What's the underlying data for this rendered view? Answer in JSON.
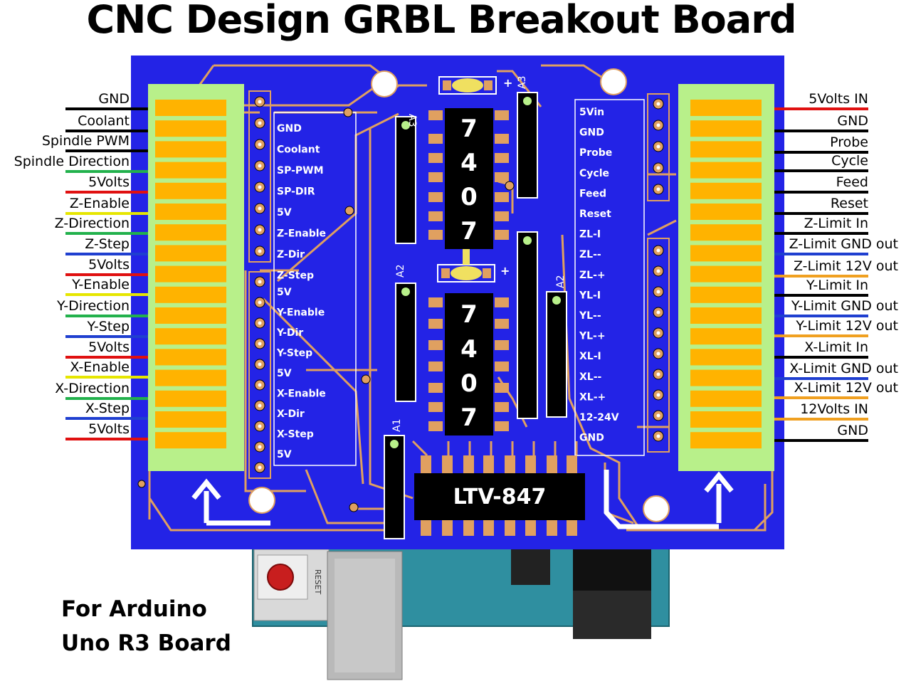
{
  "title": "CNC Design GRBL Breakout Board",
  "caption": {
    "line1": "For Arduino",
    "line2": "Uno R3 Board"
  },
  "colors": {
    "board": "#2323e6",
    "trace": "#e0a060",
    "terminal_block": "#b8f08a",
    "terminal_pin": "#ffb300",
    "chip": "#000000",
    "arduino": "#2f8fa0"
  },
  "left_terminals": [
    {
      "label": "GND",
      "wire_color": "#000000"
    },
    {
      "label": "Coolant",
      "wire_color": "#000000"
    },
    {
      "label": "Spindle PWM",
      "wire_color": "#000000"
    },
    {
      "label": "Spindle Direction",
      "wire_color": "#22b14c"
    },
    {
      "label": "5Volts",
      "wire_color": "#e01010"
    },
    {
      "label": "Z-Enable",
      "wire_color": "#e6e600"
    },
    {
      "label": "Z-Direction",
      "wire_color": "#22b14c"
    },
    {
      "label": "Z-Step",
      "wire_color": "#1f3fd0"
    },
    {
      "label": "5Volts",
      "wire_color": "#e01010"
    },
    {
      "label": "Y-Enable",
      "wire_color": "#e6e600"
    },
    {
      "label": "Y-Direction",
      "wire_color": "#22b14c"
    },
    {
      "label": "Y-Step",
      "wire_color": "#1f3fd0"
    },
    {
      "label": "5Volts",
      "wire_color": "#e01010"
    },
    {
      "label": "X-Enable",
      "wire_color": "#e6e600"
    },
    {
      "label": "X-Direction",
      "wire_color": "#22b14c"
    },
    {
      "label": "X-Step",
      "wire_color": "#1f3fd0"
    },
    {
      "label": "5Volts",
      "wire_color": "#e01010"
    }
  ],
  "right_terminals": [
    {
      "label": "5Volts IN",
      "wire_color": "#e01010"
    },
    {
      "label": "GND",
      "wire_color": "#000000"
    },
    {
      "label": "Probe",
      "wire_color": "#000000"
    },
    {
      "label": "Cycle",
      "wire_color": "#000000"
    },
    {
      "label": "Feed",
      "wire_color": "#000000"
    },
    {
      "label": "Reset",
      "wire_color": "#000000"
    },
    {
      "label": "Z-Limit In",
      "wire_color": "#000000"
    },
    {
      "label": "Z-Limit GND out",
      "wire_color": "#1f3fd0"
    },
    {
      "label": "Z-Limit 12V out",
      "wire_color": "#f0a020"
    },
    {
      "label": "Y-Limit In",
      "wire_color": "#000000"
    },
    {
      "label": "Y-Limit GND out",
      "wire_color": "#1f3fd0"
    },
    {
      "label": "Y-Limit 12V out",
      "wire_color": "#f0a020"
    },
    {
      "label": "X-Limit In",
      "wire_color": "#000000"
    },
    {
      "label": "X-Limit GND out",
      "wire_color": "#1f3fd0"
    },
    {
      "label": "X-Limit 12V out",
      "wire_color": "#f0a020"
    },
    {
      "label": "12Volts IN",
      "wire_color": "#f0a020"
    },
    {
      "label": "GND",
      "wire_color": "#000000"
    }
  ],
  "silk_left_a": [
    "GND",
    "Coolant",
    "SP-PWM",
    "SP-DIR",
    "5V",
    "Z-Enable",
    "Z-Dir",
    "Z-Step"
  ],
  "silk_left_b": [
    "5V",
    "Y-Enable",
    "Y-Dir",
    "Y-Step",
    "5V",
    "X-Enable",
    "X-Dir",
    "X-Step",
    "5V"
  ],
  "silk_right": [
    "5Vin",
    "GND",
    "Probe",
    "Cycle",
    "Feed",
    "Reset",
    "ZL-I",
    "ZL--",
    "ZL-+",
    "YL-I",
    "YL--",
    "YL-+",
    "XL-I",
    "XL--",
    "XL-+",
    "12-24V",
    "GND"
  ],
  "chips": {
    "upper_7407": [
      "7",
      "4",
      "0",
      "7"
    ],
    "lower_7407": [
      "7",
      "4",
      "0",
      "7"
    ],
    "optocoupler": "LTV-847"
  },
  "resistor_labels": [
    "A3",
    "A3",
    "A2",
    "A2",
    "A1"
  ],
  "plus_marks": [
    "+",
    "+"
  ],
  "arduino_button_label": "RESET"
}
